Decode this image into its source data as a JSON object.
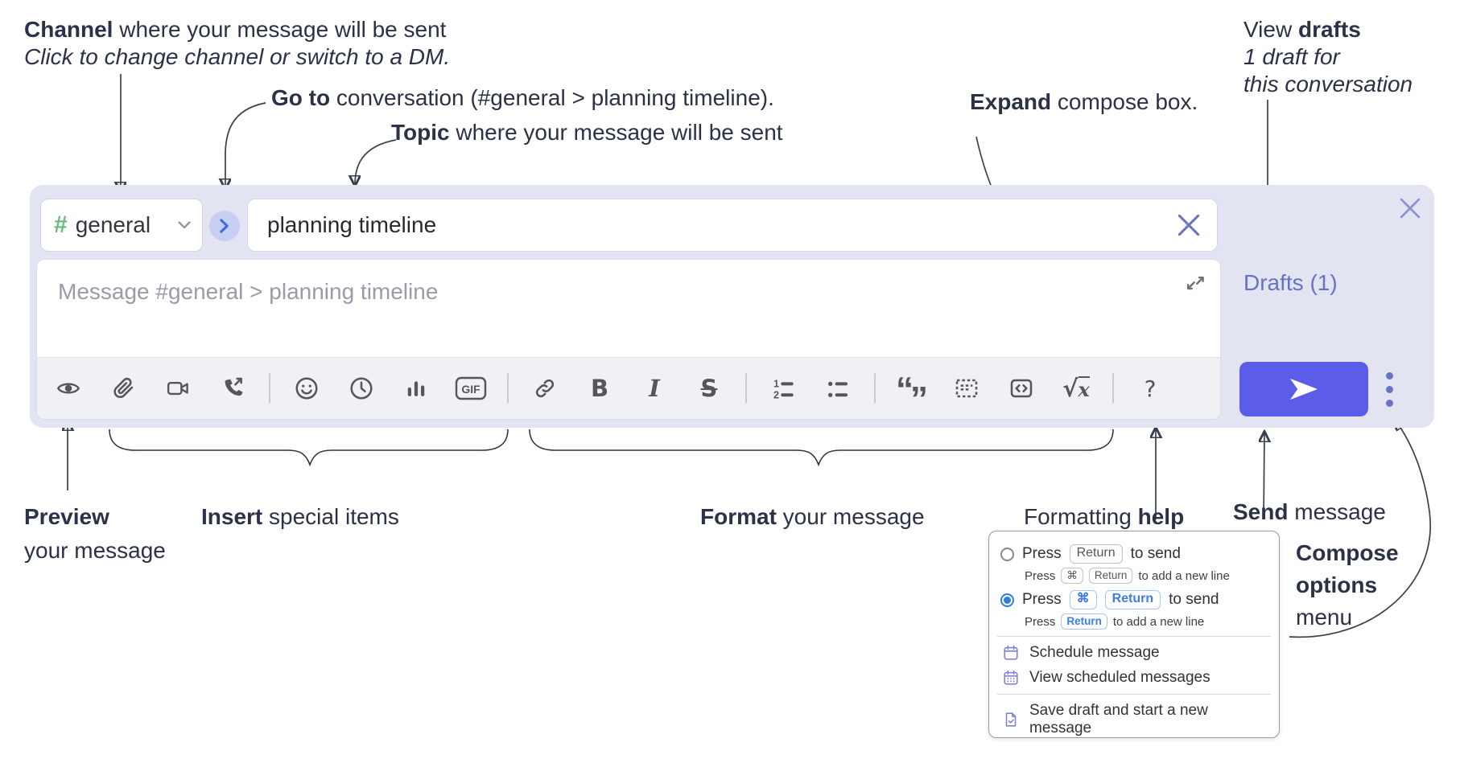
{
  "annotations": {
    "channel": {
      "bold": "Channel",
      "rest": " where your message will be sent",
      "line2": "Click to change channel or switch to a DM."
    },
    "goto": {
      "bold": "Go to",
      "rest": " conversation (#general > planning timeline)."
    },
    "topic": {
      "bold": "Topic",
      "rest": " where your message will be sent"
    },
    "expand": {
      "bold": "Expand",
      "rest": " compose box."
    },
    "view_drafts": {
      "pre": "View ",
      "bold": "drafts",
      "line2": "1 draft for",
      "line3": "this conversation"
    },
    "preview": {
      "bold": "Preview",
      "line2": "your message"
    },
    "insert": {
      "bold": "Insert",
      "rest": " special items"
    },
    "format": {
      "bold": "Format",
      "rest": " your message"
    },
    "formatting_help": {
      "pre": "Formatting ",
      "bold": "help"
    },
    "send": {
      "bold": "Send",
      "rest": " message"
    },
    "compose_options": {
      "line1": "Compose",
      "line2": "options",
      "line3": "menu"
    }
  },
  "compose": {
    "channel": {
      "hash": "#",
      "label": "general"
    },
    "topic": {
      "value": "planning timeline"
    },
    "message": {
      "placeholder": "Message #general > planning timeline"
    },
    "drafts_link": "Drafts (1)"
  },
  "toolbar": {
    "gif": "GIF",
    "bold": "B",
    "italic": "I",
    "strike": "S",
    "ol_1": "1",
    "ol_2": "2",
    "quote_open": "“",
    "quote_close": "”",
    "math_root": "√",
    "math_x": "x",
    "help": "?",
    "icon_names": [
      "preview-eye",
      "attach-paperclip",
      "video-call",
      "voice-call",
      "emoji-smiley",
      "schedule-clock",
      "poll-chart",
      "gif",
      "link",
      "bold",
      "italic",
      "strikethrough",
      "ordered-list",
      "bulleted-list",
      "quote",
      "spoiler",
      "code",
      "math",
      "help"
    ]
  },
  "popup": {
    "option1": {
      "pre": "Press",
      "key": "Return",
      "post": "to send",
      "sub_pre": "Press",
      "sub_key1": "⌘",
      "sub_key2": "Return",
      "sub_post": "to add a new line"
    },
    "option2": {
      "pre": "Press",
      "key1": "⌘",
      "key2": "Return",
      "post": "to send",
      "sub_pre": "Press",
      "sub_key": "Return",
      "sub_post": "to add a new line"
    },
    "item_schedule": "Schedule message",
    "item_view_scheduled": "View scheduled messages",
    "item_save_draft": "Save draft and start a new message"
  },
  "colors": {
    "compose_bg": "#e2e4f2",
    "send_button": "#5b5de8",
    "link_indigo": "#6772c4",
    "hash_green": "#69b97d",
    "jump_circle_bg": "#c6cff3",
    "jump_chevron_blue": "#3a6ce0",
    "radio_blue": "#2e7de1",
    "kbd_blue": "#3d7de5",
    "menu_icon_purple": "#7e81d6",
    "annotation_ink": "#2b3147",
    "toolbar_icon": "#54565c"
  }
}
